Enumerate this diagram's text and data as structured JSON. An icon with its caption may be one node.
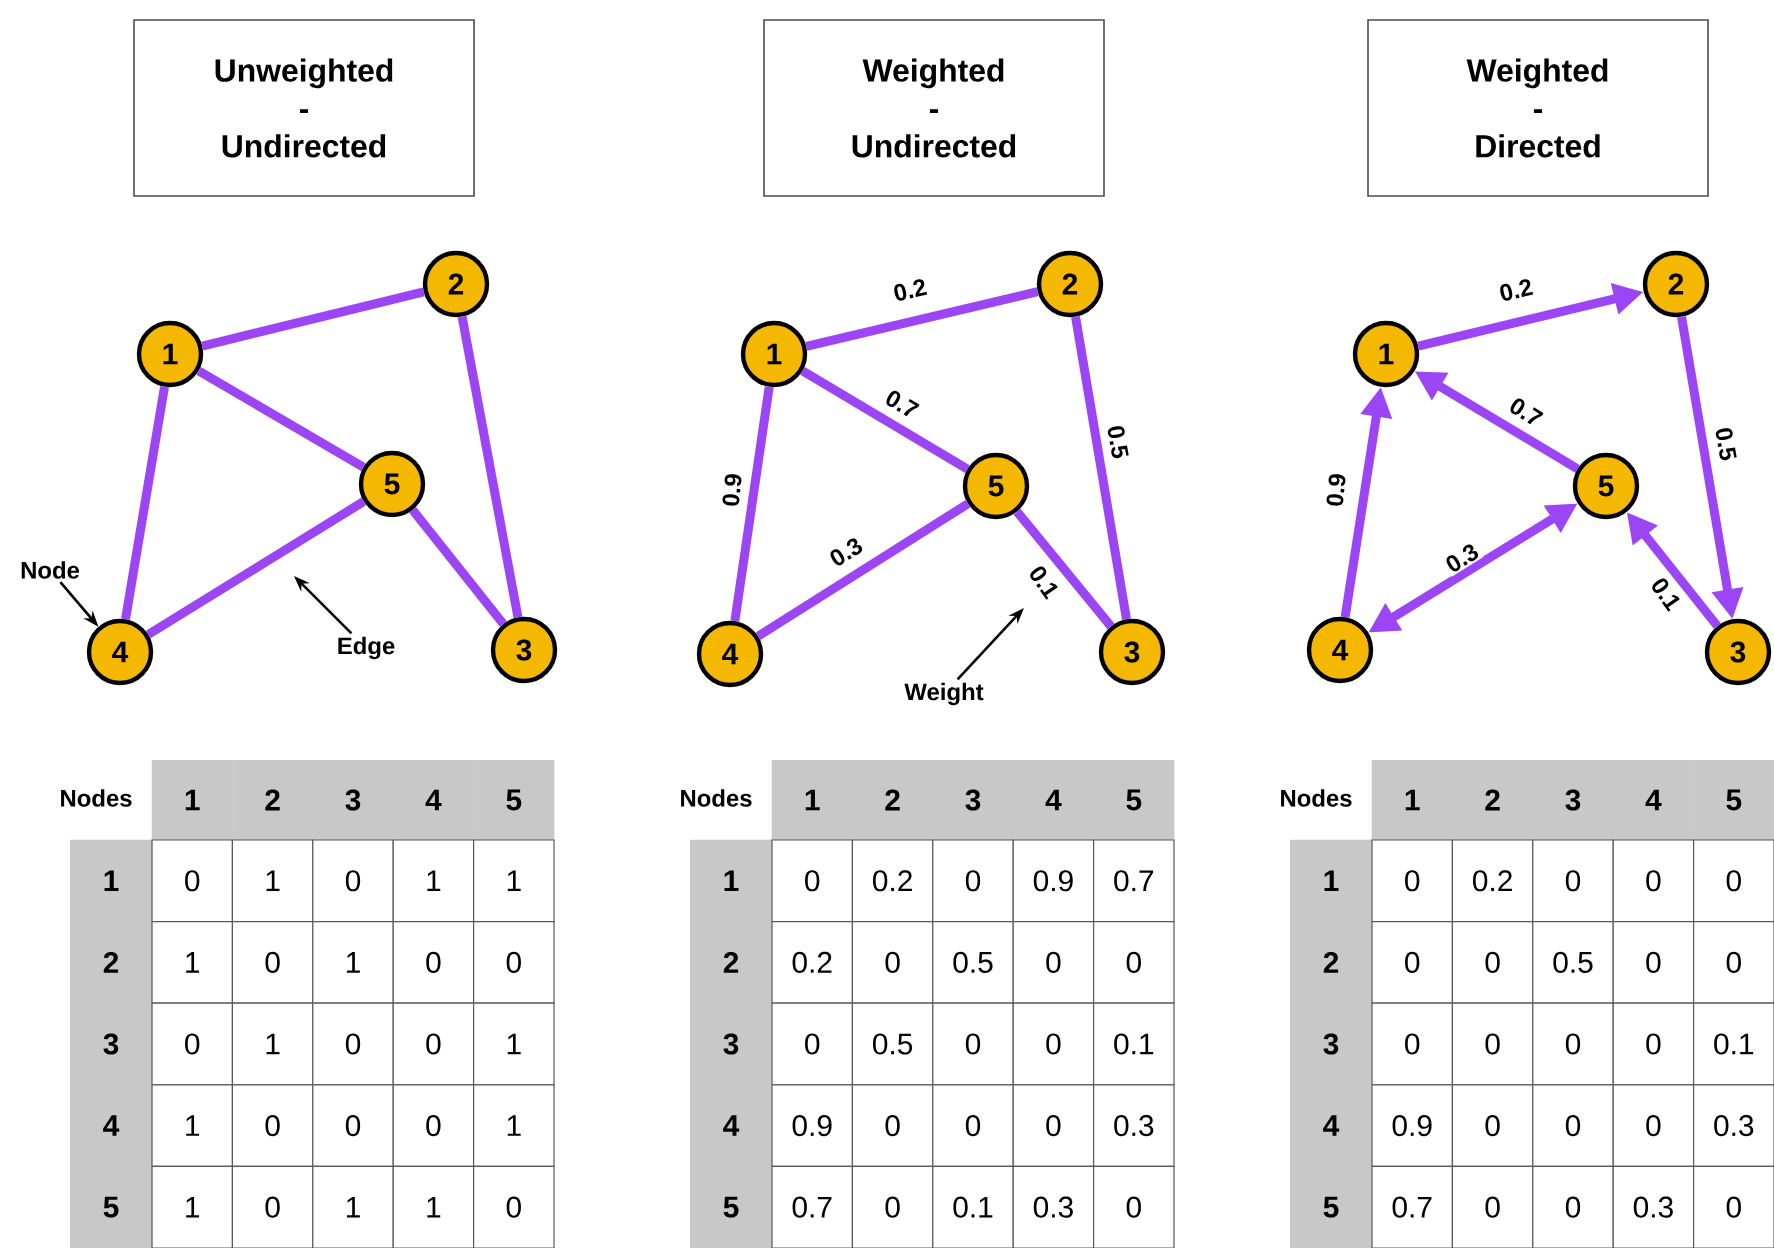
{
  "diagram": {
    "nodes": [
      {
        "text": [
          "Unweighted - Undirected"
        ]
      },
      {
        "text": [
          "Weighted - Undirected"
        ]
      },
      {
        "text": [
          "Weighted - Directed"
        ]
      },
      {
        "text": [
          "1"
        ]
      },
      {
        "text": [
          "2"
        ]
      },
      {
        "text": [
          "3"
        ]
      },
      {
        "text": [
          "4"
        ]
      },
      {
        "text": [
          "5"
        ]
      },
      {
        "text": [
          "1"
        ]
      },
      {
        "text": [
          "2"
        ]
      },
      {
        "text": [
          "3"
        ]
      },
      {
        "text": [
          "4"
        ]
      },
      {
        "text": [
          "5"
        ]
      },
      {
        "text": [
          "1"
        ]
      },
      {
        "text": [
          "2"
        ]
      },
      {
        "text": [
          "3"
        ]
      },
      {
        "text": [
          "4"
        ]
      },
      {
        "text": [
          "5"
        ]
      },
      {
        "text": [
          "Node"
        ]
      },
      {
        "text": [
          "Edge"
        ]
      },
      {
        "text": [
          "Weight"
        ]
      }
    ],
    "edges": [
      {
        "from": 3,
        "to": 4,
        "arrow": "none"
      },
      {
        "from": 3,
        "to": 6,
        "arrow": "none"
      },
      {
        "from": 3,
        "to": 7,
        "arrow": "none"
      },
      {
        "from": 4,
        "to": 5,
        "arrow": "none"
      },
      {
        "from": 7,
        "to": 6,
        "arrow": "none"
      },
      {
        "from": 7,
        "to": 5,
        "arrow": "none"
      },
      {
        "from": 8,
        "to": 9,
        "arrow": "none",
        "label": "0.2"
      },
      {
        "from": 8,
        "to": 11,
        "arrow": "none",
        "label": "0.9"
      },
      {
        "from": 8,
        "to": 12,
        "arrow": "none",
        "label": "0.7"
      },
      {
        "from": 9,
        "to": 10,
        "arrow": "none",
        "label": "0.5"
      },
      {
        "from": 12,
        "to": 11,
        "arrow": "none",
        "label": "0.3"
      },
      {
        "from": 12,
        "to": 10,
        "arrow": "none",
        "label": "0.1"
      },
      {
        "from": 13,
        "to": 14,
        "arrow": "to",
        "label": "0.2"
      },
      {
        "from": 16,
        "to": 13,
        "arrow": "to",
        "label": "0.9"
      },
      {
        "from": 17,
        "to": 13,
        "arrow": "to",
        "label": "0.7"
      },
      {
        "from": 14,
        "to": 15,
        "arrow": "to",
        "label": "0.5"
      },
      {
        "from": 16,
        "to": 17,
        "arrow": "both",
        "label": "0.3"
      },
      {
        "from": 15,
        "to": 17,
        "arrow": "to",
        "label": "0.1"
      },
      {
        "from": 18,
        "to": 6,
        "arrow": "to",
        "color": "#000000"
      },
      {
        "from": 19,
        "to": null,
        "arrow": "to",
        "color": "#000000"
      },
      {
        "from": 20,
        "to": null,
        "arrow": "to",
        "color": "#000000"
      }
    ],
    "labels": [
      "Nodes",
      "1",
      "2",
      "3",
      "4",
      "5",
      "1",
      "0",
      "1",
      "0",
      "1",
      "1",
      "2",
      "1",
      "0",
      "1",
      "0",
      "0",
      "3",
      "0",
      "1",
      "0",
      "0",
      "1",
      "4",
      "1",
      "0",
      "0",
      "0",
      "1",
      "5",
      "1",
      "0",
      "1",
      "1",
      "0",
      "Nodes",
      "1",
      "2",
      "3",
      "4",
      "5",
      "1",
      "0",
      "0.2",
      "0",
      "0.9",
      "0.7",
      "2",
      "0.2",
      "0",
      "0.5",
      "0",
      "0",
      "3",
      "0",
      "0.5",
      "0",
      "0",
      "0.1",
      "4",
      "0.9",
      "0",
      "0",
      "0",
      "0.3",
      "5",
      "0.7",
      "0",
      "0.1",
      "0.3",
      "0",
      "Nodes",
      "1",
      "2",
      "3",
      "4",
      "5",
      "1",
      "0",
      "0.2",
      "0",
      "0",
      "0",
      "2",
      "0",
      "0",
      "0.5",
      "0",
      "0",
      "3",
      "0",
      "0",
      "0",
      "0",
      "0.1",
      "4",
      "0.9",
      "0",
      "0",
      "0",
      "0.3",
      "5",
      "0.7",
      "0",
      "0",
      "0.3",
      "0"
    ]
  }
}
